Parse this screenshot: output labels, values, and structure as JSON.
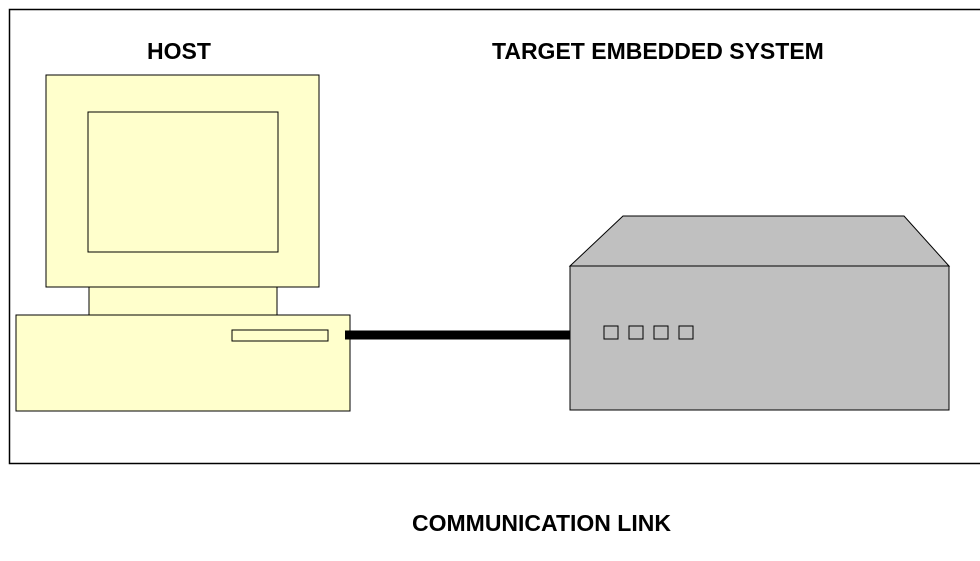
{
  "labels": {
    "host": "HOST",
    "target": "TARGET EMBEDDED SYSTEM",
    "link": "COMMUNICATION LINK"
  },
  "colors": {
    "host_fill": "#FFFFCC",
    "target_fill": "#C0C0C0",
    "outline": "#000000",
    "cable": "#000000",
    "background": "#FFFFFF"
  },
  "target": {
    "port_count": 4
  }
}
